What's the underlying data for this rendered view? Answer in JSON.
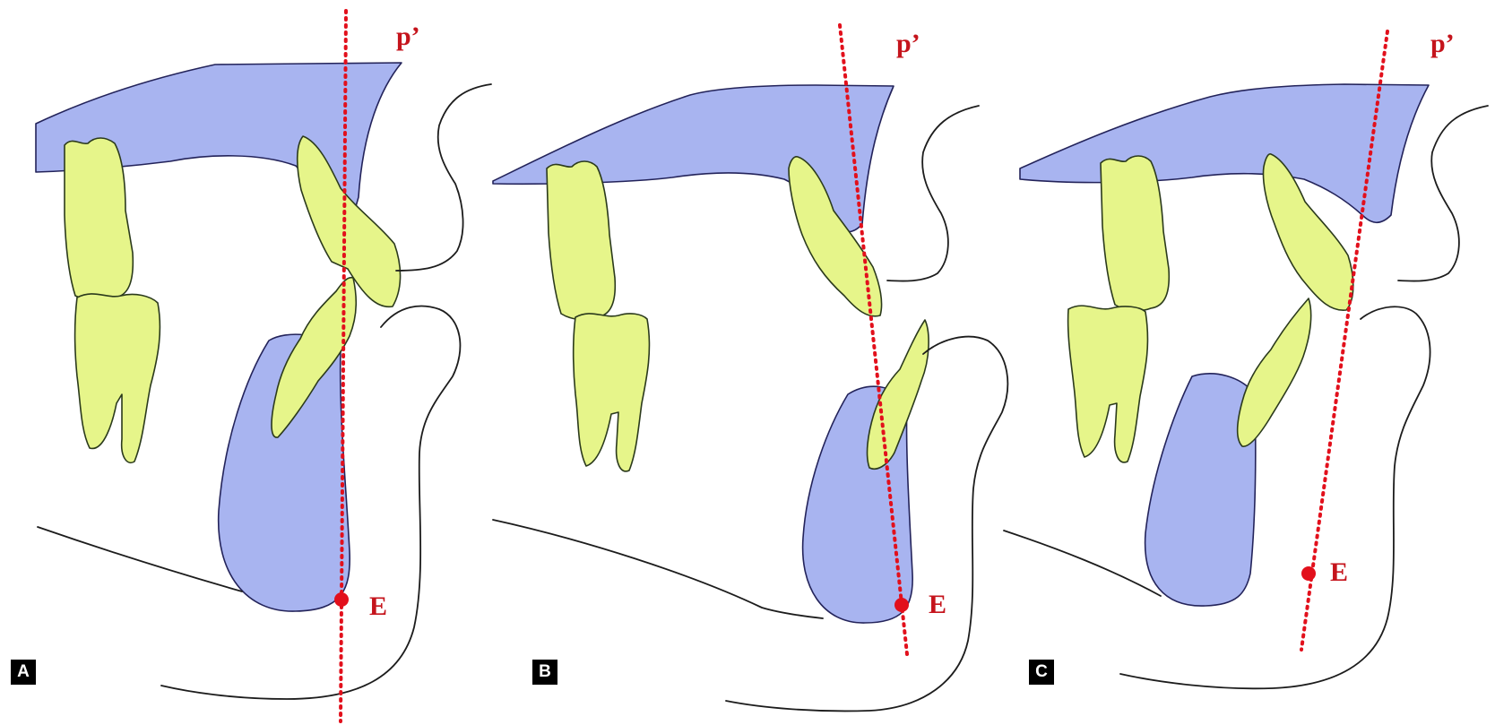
{
  "panels": [
    {
      "tag": "A",
      "line_label": "p’",
      "point_label": "E"
    },
    {
      "tag": "B",
      "line_label": "p’",
      "point_label": "E"
    },
    {
      "tag": "C",
      "line_label": "p’",
      "point_label": "E"
    }
  ],
  "colors": {
    "bone": "#a8b4f0",
    "teeth": "#e6f58a",
    "reference_line": "#e2101c",
    "labels": "#c5141c",
    "panel_tag_background": "#000000",
    "panel_tag_text": "#ffffff",
    "soft_tissue_outline": "#1c1c1c"
  }
}
